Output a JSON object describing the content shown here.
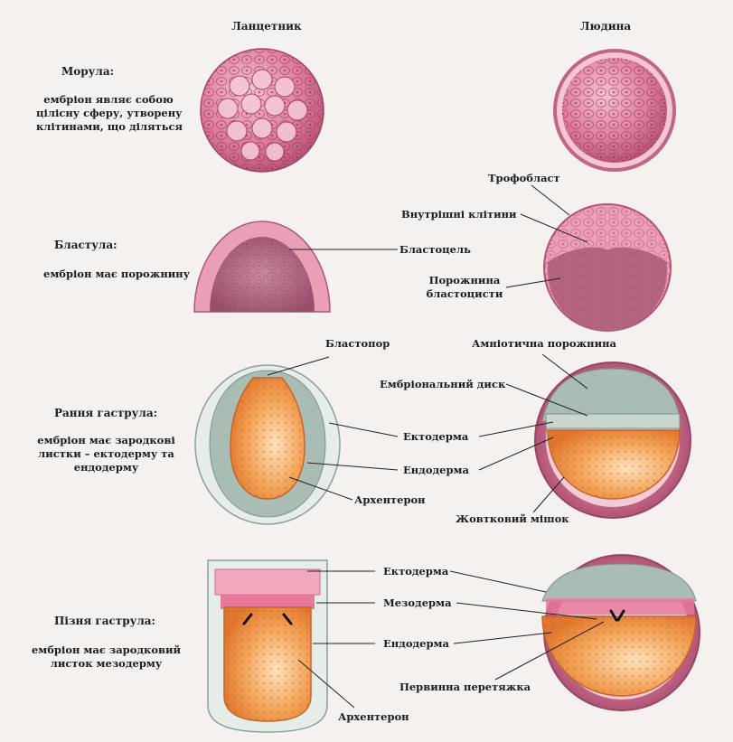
{
  "columns": {
    "left": "Ланцетник",
    "right": "Людина"
  },
  "stages": {
    "morula": {
      "title": "Морула:",
      "description": [
        "ембріон являє собою",
        "цілісну сферу, утворену",
        "клітинами, що діляться"
      ]
    },
    "blastula": {
      "title": "Бластула:",
      "description": [
        "ембріон має порожнину"
      ]
    },
    "early_gastrula": {
      "title": "Рання гаструла:",
      "description": [
        "ембріон має зародкові",
        "листки – ектодерму та",
        "ендодерму"
      ]
    },
    "late_gastrula": {
      "title": "Пізня гаструла:",
      "description": [
        "ембріон має зародковий",
        "листок мезодерму"
      ]
    }
  },
  "labels": {
    "trophoblast": "Трофобласт",
    "inner_cells": "Внутрішні клітини",
    "blastocoel": "Бластоцель",
    "blastocyst_cavity": [
      "Порожнина",
      "бластоцисти"
    ],
    "blastopore": "Бластопор",
    "amniotic_cavity": "Амніотична порожнина",
    "embryonic_disc": "Ембріональний диск",
    "ectoderm_early": "Ектодерма",
    "endoderm_early": "Ендодерма",
    "archenteron_early": "Архентерон",
    "yolk_sac": "Жовтковий мішок",
    "ectoderm_late": "Ектодерма",
    "mesoderm": "Мезодерма",
    "endoderm_late": "Ендодерма",
    "primitive_streak": "Первинна перетяжка",
    "archenteron_late": "Архентерон"
  },
  "colors": {
    "cell_pink": "#d9708f",
    "cell_pink_light": "#f2b5c6",
    "ectoderm_green": "#9fb3aa",
    "endoderm_orange": "#f0973f",
    "mesoderm_pink": "#e8789a",
    "outer_membrane": "#c86b88",
    "leader_line": "#222222"
  }
}
